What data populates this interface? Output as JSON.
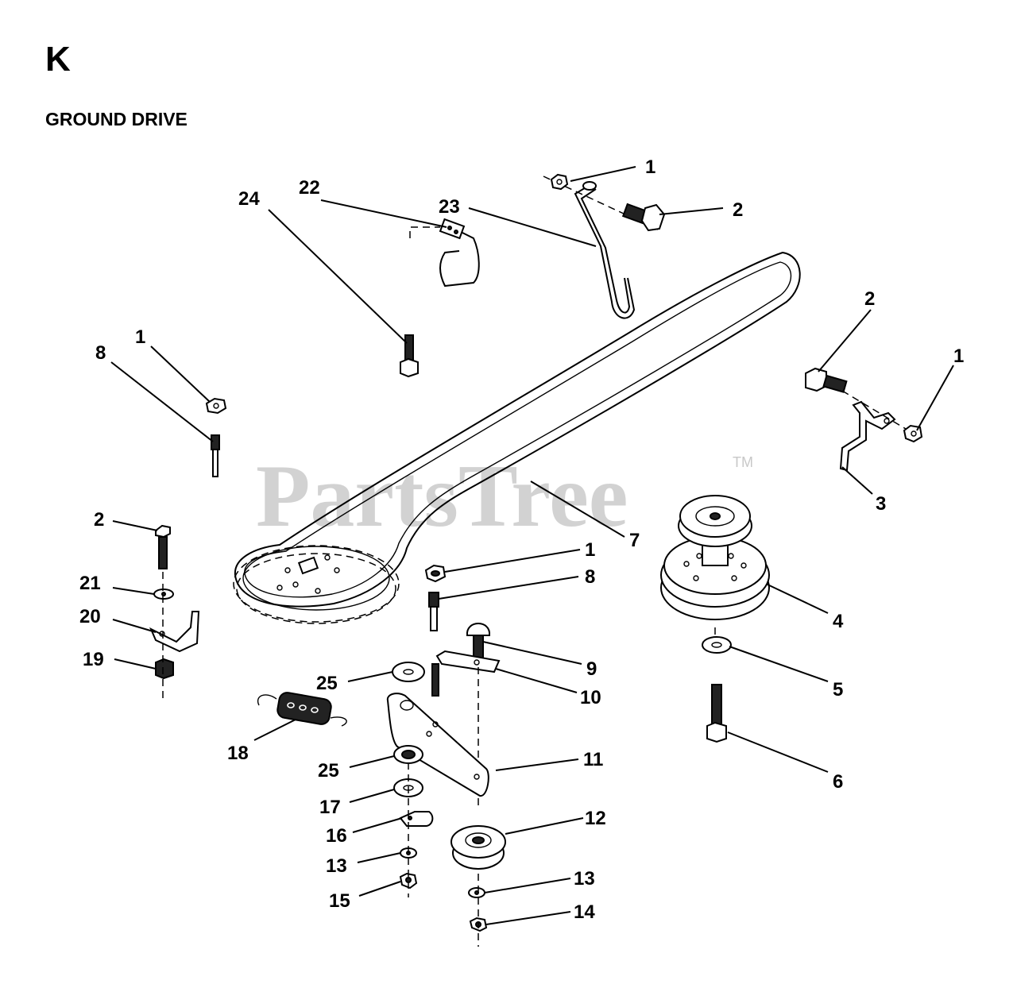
{
  "page": {
    "section_letter": "K",
    "section_title": "GROUND DRIVE"
  },
  "watermark": {
    "text": "PartsTree",
    "tm": "TM"
  },
  "callouts": [
    {
      "id": "c1a",
      "label": "1"
    },
    {
      "id": "c2a",
      "label": "2"
    },
    {
      "id": "c23",
      "label": "23"
    },
    {
      "id": "c24",
      "label": "24"
    },
    {
      "id": "c22",
      "label": "22"
    },
    {
      "id": "c2b",
      "label": "2"
    },
    {
      "id": "c1b",
      "label": "1"
    },
    {
      "id": "c1c",
      "label": "1"
    },
    {
      "id": "c8a",
      "label": "8"
    },
    {
      "id": "c3",
      "label": "3"
    },
    {
      "id": "c7",
      "label": "7"
    },
    {
      "id": "c2c",
      "label": "2"
    },
    {
      "id": "c1d",
      "label": "1"
    },
    {
      "id": "c8b",
      "label": "8"
    },
    {
      "id": "c21",
      "label": "21"
    },
    {
      "id": "c4",
      "label": "4"
    },
    {
      "id": "c20",
      "label": "20"
    },
    {
      "id": "c9",
      "label": "9"
    },
    {
      "id": "c19",
      "label": "19"
    },
    {
      "id": "c25a",
      "label": "25"
    },
    {
      "id": "c10",
      "label": "10"
    },
    {
      "id": "c5",
      "label": "5"
    },
    {
      "id": "c18",
      "label": "18"
    },
    {
      "id": "c11",
      "label": "11"
    },
    {
      "id": "c25b",
      "label": "25"
    },
    {
      "id": "c6",
      "label": "6"
    },
    {
      "id": "c17",
      "label": "17"
    },
    {
      "id": "c12",
      "label": "12"
    },
    {
      "id": "c16",
      "label": "16"
    },
    {
      "id": "c13a",
      "label": "13"
    },
    {
      "id": "c13b",
      "label": "13"
    },
    {
      "id": "c15",
      "label": "15"
    },
    {
      "id": "c14",
      "label": "14"
    }
  ]
}
